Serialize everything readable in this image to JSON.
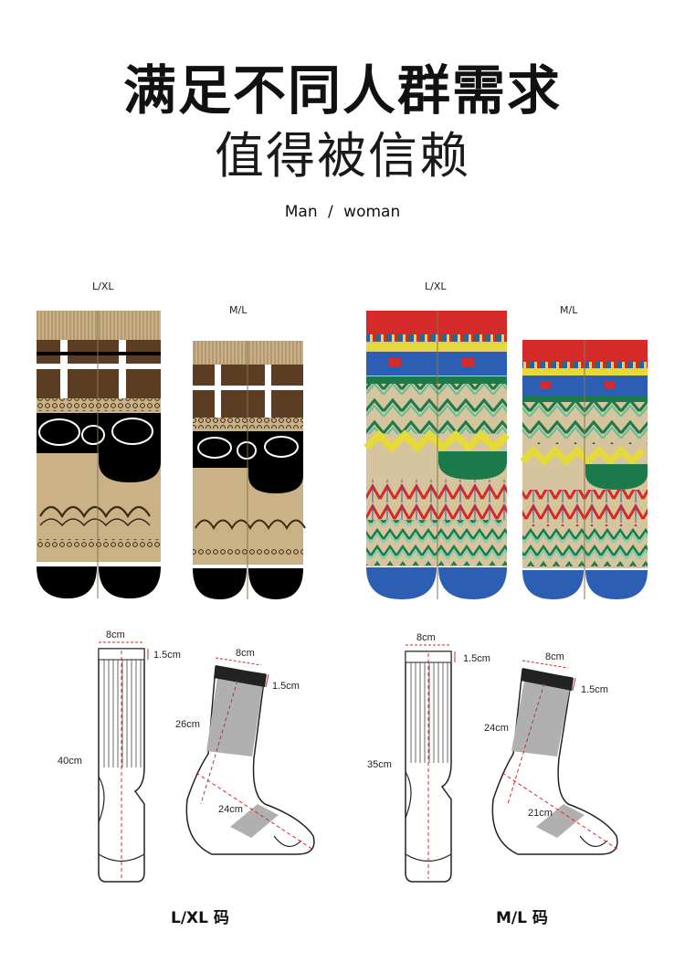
{
  "heading": {
    "line1": "满足不同人群需求",
    "line2": "值得被信赖",
    "subtitle": "Man   /   woman"
  },
  "sock_sets": [
    {
      "large_label": "L/XL",
      "medium_label": "M/L",
      "pattern": "plaid-paisley",
      "colors": [
        "#cbb186",
        "#5a3d22",
        "#000000",
        "#ffffff"
      ]
    },
    {
      "large_label": "L/XL",
      "medium_label": "M/L",
      "pattern": "tribal-zigzag",
      "colors": [
        "#d42a2a",
        "#2c5fb3",
        "#e6d93a",
        "#1b7a4a",
        "#d6c49e"
      ]
    }
  ],
  "size_charts": [
    {
      "caption": "L/XL 码",
      "flat": {
        "width": "8cm",
        "cuff": "1.5cm",
        "length": "40cm"
      },
      "side": {
        "opening": "8cm",
        "cuff": "1.5cm",
        "leg": "26cm",
        "foot": "24cm"
      }
    },
    {
      "caption": "M/L 码",
      "flat": {
        "width": "8cm",
        "cuff": "1.5cm",
        "length": "35cm"
      },
      "side": {
        "opening": "8cm",
        "cuff": "1.5cm",
        "leg": "24cm",
        "foot": "21cm"
      }
    }
  ]
}
